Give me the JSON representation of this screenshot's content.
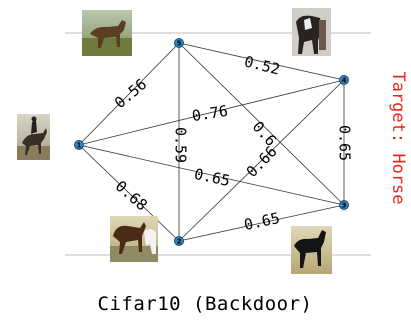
{
  "colors": {
    "node_fill": "#2e86c1",
    "edge": "#333333",
    "target_text": "#e8281e",
    "guide_line": "#bdbdbd"
  },
  "caption": "Cifar10 (Backdoor)",
  "target_label": "Target: Horse",
  "nodes": [
    {
      "id": "1",
      "label": "1",
      "image": "horse-with-rider"
    },
    {
      "id": "2",
      "label": "2",
      "image": "brown-and-white-horses"
    },
    {
      "id": "3",
      "label": "3",
      "image": "black-horse"
    },
    {
      "id": "4",
      "label": "4",
      "image": "horse-with-person"
    },
    {
      "id": "5",
      "label": "5",
      "image": "brown-horse-standing"
    }
  ],
  "edges": [
    {
      "from": "1",
      "to": "5",
      "weight": "0.56"
    },
    {
      "from": "5",
      "to": "4",
      "weight": "0.52"
    },
    {
      "from": "1",
      "to": "4",
      "weight": "0.76"
    },
    {
      "from": "5",
      "to": "2",
      "weight": "0.59"
    },
    {
      "from": "5",
      "to": "3",
      "weight": "0.6"
    },
    {
      "from": "4",
      "to": "3",
      "weight": "0.65"
    },
    {
      "from": "1",
      "to": "3",
      "weight": "0.65"
    },
    {
      "from": "2",
      "to": "4",
      "weight": "0.66"
    },
    {
      "from": "1",
      "to": "2",
      "weight": "0.68"
    },
    {
      "from": "2",
      "to": "3",
      "weight": "0.65"
    }
  ]
}
